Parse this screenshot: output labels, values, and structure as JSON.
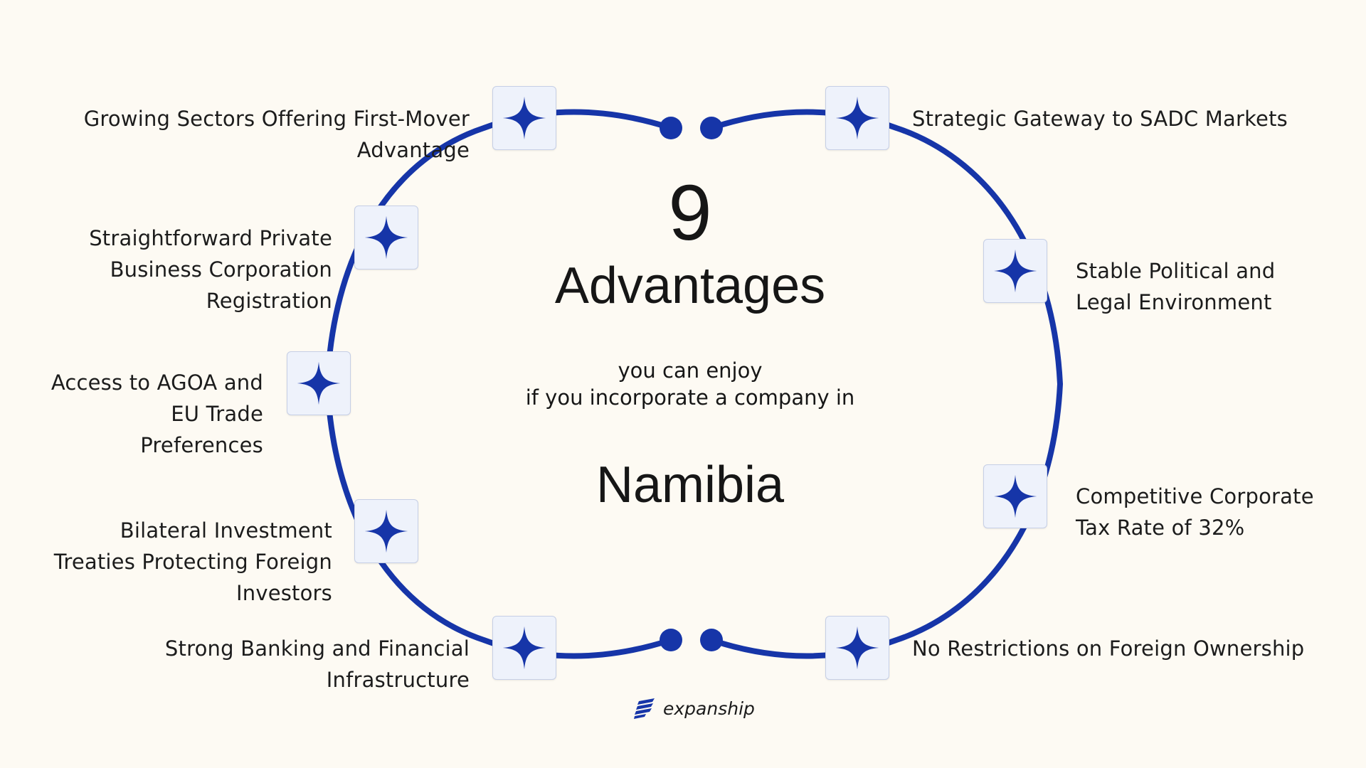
{
  "diagram": {
    "number": "9",
    "title": "Advantages",
    "subtitle_line1": "you can enjoy",
    "subtitle_line2": "if you incorporate a company in",
    "country": "Namibia"
  },
  "advantages": [
    {
      "label": "Growing Sectors Offering First-Mover\nAdvantage"
    },
    {
      "label": "Straightforward Private\nBusiness Corporation\nRegistration"
    },
    {
      "label": "Access to AGOA and\nEU Trade\nPreferences"
    },
    {
      "label": "Bilateral Investment\nTreaties Protecting Foreign\nInvestors"
    },
    {
      "label": "Strong Banking and Financial\nInfrastructure"
    },
    {
      "label": "Strategic Gateway to SADC Markets"
    },
    {
      "label": "Stable Political and\nLegal Environment"
    },
    {
      "label": "Competitive Corporate\nTax Rate of 32%"
    },
    {
      "label": "No Restrictions on Foreign Ownership"
    }
  ],
  "brand": {
    "name": "expanship"
  },
  "colors": {
    "accent": "#1635a8",
    "background": "#fdfaf3",
    "icon_bg": "#eef2fb"
  },
  "icons": {
    "node": "four-point-star-icon",
    "brand": "expanship-logo-icon"
  }
}
